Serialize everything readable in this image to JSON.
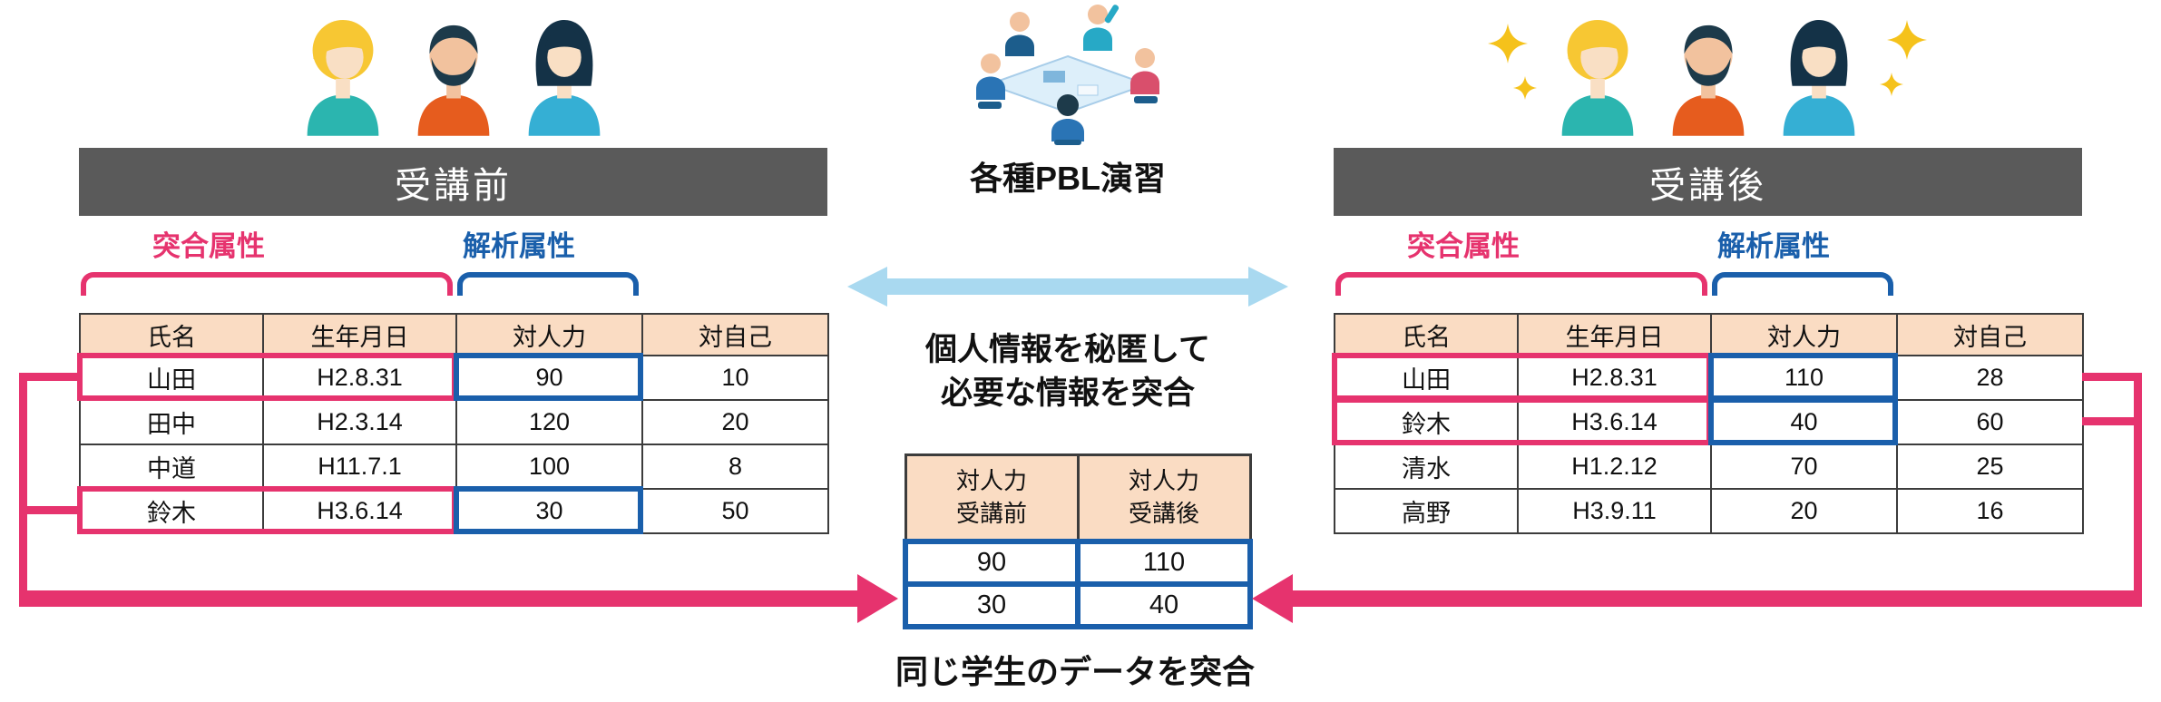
{
  "palette": {
    "red": "#E6336E",
    "blue": "#1A5FAB",
    "peach": "#FADCC3",
    "gray_bar": "#5a5a5a",
    "light_blue_arrow": "#A9D9F0",
    "sparkle_yellow": "#F5C21B"
  },
  "left_panel": {
    "header": "受講前",
    "match_label": "突合属性",
    "analysis_label": "解析属性",
    "table": {
      "headers": [
        "氏名",
        "生年月日",
        "対人力",
        "対自己"
      ],
      "rows": [
        [
          "山田",
          "H2.8.31",
          "90",
          "10"
        ],
        [
          "田中",
          "H2.3.14",
          "120",
          "20"
        ],
        [
          "中道",
          "H11.7.1",
          "100",
          "8"
        ],
        [
          "鈴木",
          "H3.6.14",
          "30",
          "50"
        ]
      ]
    }
  },
  "right_panel": {
    "header": "受講後",
    "match_label": "突合属性",
    "analysis_label": "解析属性",
    "table": {
      "headers": [
        "氏名",
        "生年月日",
        "対人力",
        "対自己"
      ],
      "rows": [
        [
          "山田",
          "H2.8.31",
          "110",
          "28"
        ],
        [
          "鈴木",
          "H3.6.14",
          "40",
          "60"
        ],
        [
          "清水",
          "H1.2.12",
          "70",
          "25"
        ],
        [
          "高野",
          "H3.9.11",
          "20",
          "16"
        ]
      ]
    }
  },
  "center": {
    "illustration_label": "各種PBL演習",
    "privacy_line1": "個人情報を秘匿して",
    "privacy_line2": "必要な情報を突合",
    "match_table": {
      "headers": [
        {
          "line1": "対人力",
          "line2": "受講前"
        },
        {
          "line1": "対人力",
          "line2": "受講後"
        }
      ],
      "rows": [
        [
          "90",
          "110"
        ],
        [
          "30",
          "40"
        ]
      ]
    },
    "bottom_label": "同じ学生のデータを突合"
  },
  "icons": {
    "avatars": [
      "blonde-woman-avatar",
      "bearded-man-avatar",
      "bob-hair-woman-avatar"
    ],
    "sparkle": "four-point-star",
    "pbl_illustration": "people-around-meeting-table",
    "double_arrow": "horizontal-double-headed-arrow"
  }
}
